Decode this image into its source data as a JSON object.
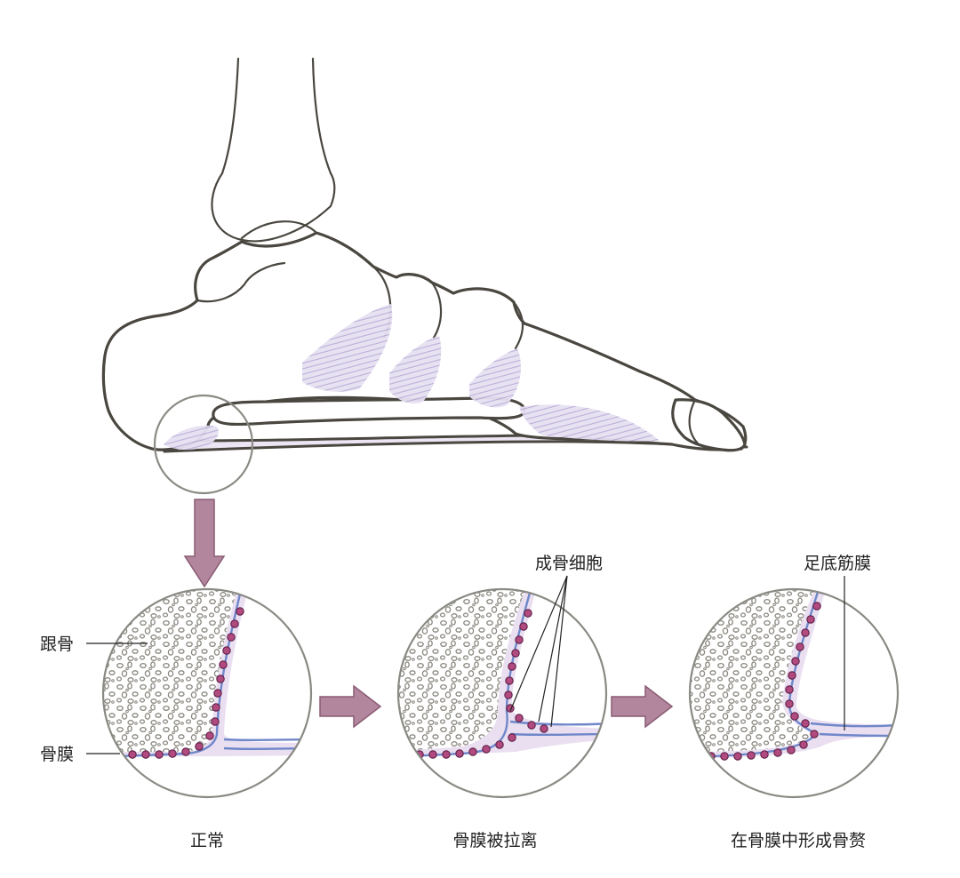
{
  "labels": {
    "calcaneus": "跟骨",
    "periosteum": "骨膜",
    "osteoblasts": "成骨细胞",
    "plantar_fascia": "足底筋膜"
  },
  "captions": {
    "stage1": "正常",
    "stage2": "骨膜被拉离",
    "stage3": "在骨膜中形成骨赘"
  },
  "colors": {
    "osteoblast": "#b14a7f",
    "periosteum": "#6f87c9",
    "fascia": "#ece5f3",
    "ligament": "#c9c0e0",
    "arrow": "#b2869d",
    "bone_outline": "#4a4740"
  },
  "icons": {
    "down_arrow": "down-arrow-icon",
    "right_arrow": "right-arrow-icon"
  }
}
